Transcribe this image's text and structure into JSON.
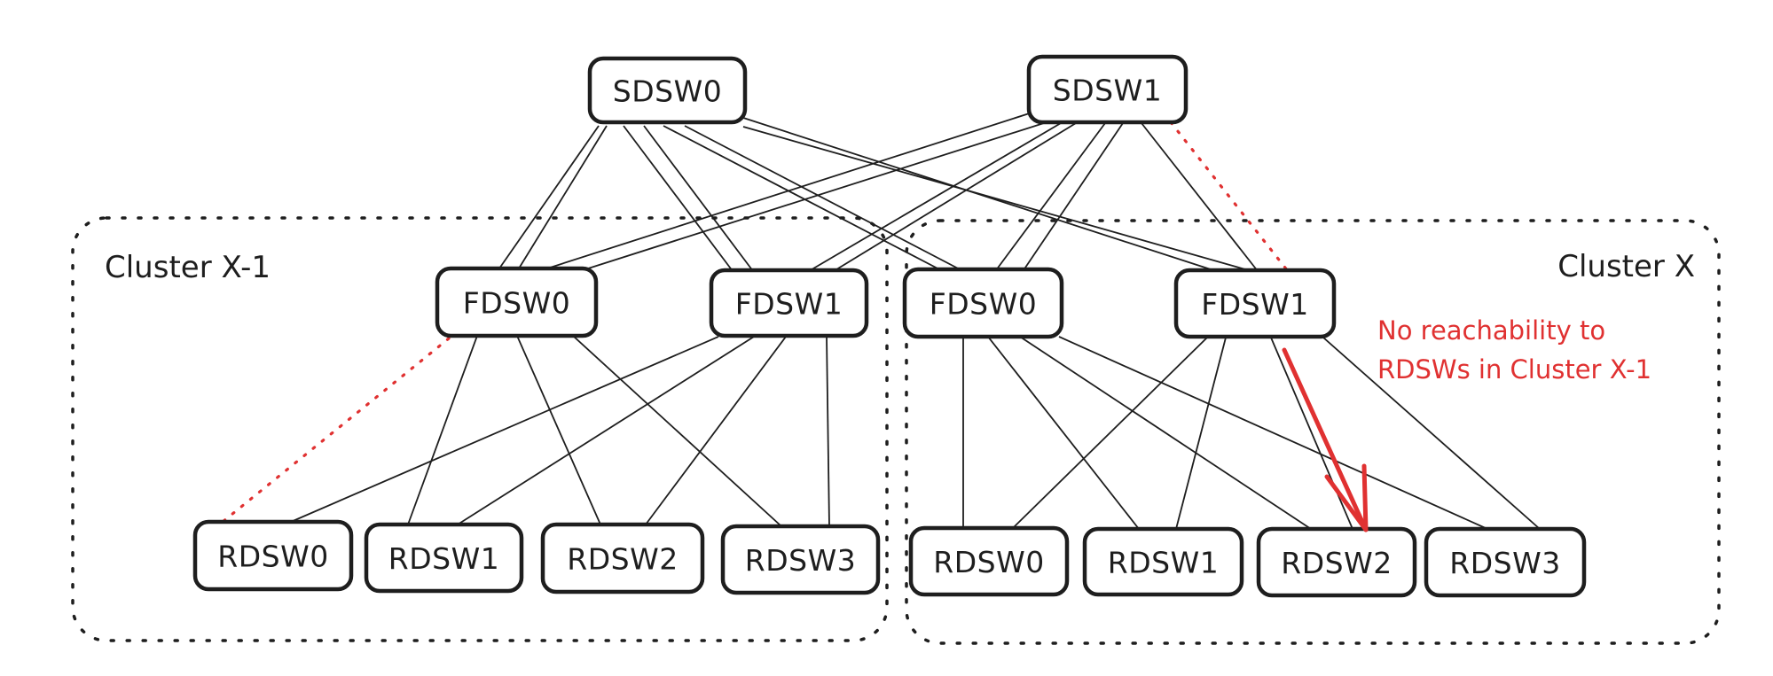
{
  "diagram": {
    "type": "network-topology",
    "colors": {
      "stroke": "#1e1e1e",
      "background": "#ffffff",
      "alert": "#e03131"
    },
    "clusters": [
      {
        "id": "cluster-x-minus-1",
        "label": "Cluster X-1",
        "label_align": "left"
      },
      {
        "id": "cluster-x",
        "label": "Cluster X",
        "label_align": "right"
      }
    ],
    "nodes": [
      {
        "id": "S0",
        "label": "SDSW0",
        "tier": "spine",
        "cluster": null
      },
      {
        "id": "S1",
        "label": "SDSW1",
        "tier": "spine",
        "cluster": null
      },
      {
        "id": "F0L",
        "label": "FDSW0",
        "tier": "fabric",
        "cluster": "cluster-x-minus-1"
      },
      {
        "id": "F1L",
        "label": "FDSW1",
        "tier": "fabric",
        "cluster": "cluster-x-minus-1"
      },
      {
        "id": "F0R",
        "label": "FDSW0",
        "tier": "fabric",
        "cluster": "cluster-x"
      },
      {
        "id": "F1R",
        "label": "FDSW1",
        "tier": "fabric",
        "cluster": "cluster-x"
      },
      {
        "id": "R0L",
        "label": "RDSW0",
        "tier": "rack",
        "cluster": "cluster-x-minus-1"
      },
      {
        "id": "R1L",
        "label": "RDSW1",
        "tier": "rack",
        "cluster": "cluster-x-minus-1"
      },
      {
        "id": "R2L",
        "label": "RDSW2",
        "tier": "rack",
        "cluster": "cluster-x-minus-1"
      },
      {
        "id": "R3L",
        "label": "RDSW3",
        "tier": "rack",
        "cluster": "cluster-x-minus-1"
      },
      {
        "id": "R0R",
        "label": "RDSW0",
        "tier": "rack",
        "cluster": "cluster-x"
      },
      {
        "id": "R1R",
        "label": "RDSW1",
        "tier": "rack",
        "cluster": "cluster-x"
      },
      {
        "id": "R2R",
        "label": "RDSW2",
        "tier": "rack",
        "cluster": "cluster-x"
      },
      {
        "id": "R3R",
        "label": "RDSW3",
        "tier": "rack",
        "cluster": "cluster-x"
      }
    ],
    "links": [
      {
        "from": "S0",
        "to": "F0L",
        "count": 2,
        "status": "up"
      },
      {
        "from": "S0",
        "to": "F1L",
        "count": 2,
        "status": "up"
      },
      {
        "from": "S0",
        "to": "F0R",
        "count": 2,
        "status": "up"
      },
      {
        "from": "S0",
        "to": "F1R",
        "count": 2,
        "status": "up"
      },
      {
        "from": "S1",
        "to": "F0L",
        "count": 2,
        "status": "up"
      },
      {
        "from": "S1",
        "to": "F1L",
        "count": 2,
        "status": "up"
      },
      {
        "from": "S1",
        "to": "F0R",
        "count": 2,
        "status": "up"
      },
      {
        "from": "S1",
        "to": "F1R",
        "count": 1,
        "status": "up"
      },
      {
        "from": "S1",
        "to": "F1R",
        "count": 1,
        "status": "down"
      },
      {
        "from": "F0L",
        "to": "R0L",
        "count": 1,
        "status": "down"
      },
      {
        "from": "F0L",
        "to": "R1L",
        "count": 1,
        "status": "up"
      },
      {
        "from": "F0L",
        "to": "R2L",
        "count": 1,
        "status": "up"
      },
      {
        "from": "F0L",
        "to": "R3L",
        "count": 1,
        "status": "up"
      },
      {
        "from": "F1L",
        "to": "R0L",
        "count": 1,
        "status": "up"
      },
      {
        "from": "F1L",
        "to": "R1L",
        "count": 1,
        "status": "up"
      },
      {
        "from": "F1L",
        "to": "R2L",
        "count": 1,
        "status": "up"
      },
      {
        "from": "F1L",
        "to": "R3L",
        "count": 1,
        "status": "up"
      },
      {
        "from": "F0R",
        "to": "R0R",
        "count": 1,
        "status": "up"
      },
      {
        "from": "F0R",
        "to": "R1R",
        "count": 1,
        "status": "up"
      },
      {
        "from": "F0R",
        "to": "R2R",
        "count": 1,
        "status": "up"
      },
      {
        "from": "F0R",
        "to": "R3R",
        "count": 1,
        "status": "up"
      },
      {
        "from": "F1R",
        "to": "R0R",
        "count": 1,
        "status": "up"
      },
      {
        "from": "F1R",
        "to": "R1R",
        "count": 1,
        "status": "up"
      },
      {
        "from": "F1R",
        "to": "R2R",
        "count": 1,
        "status": "up"
      },
      {
        "from": "F1R",
        "to": "R3R",
        "count": 1,
        "status": "up"
      }
    ],
    "annotation": {
      "lines": [
        "No reachability to",
        "RDSWs in Cluster X-1"
      ],
      "arrow_from": "F1R",
      "arrow_to": "R2R"
    }
  }
}
